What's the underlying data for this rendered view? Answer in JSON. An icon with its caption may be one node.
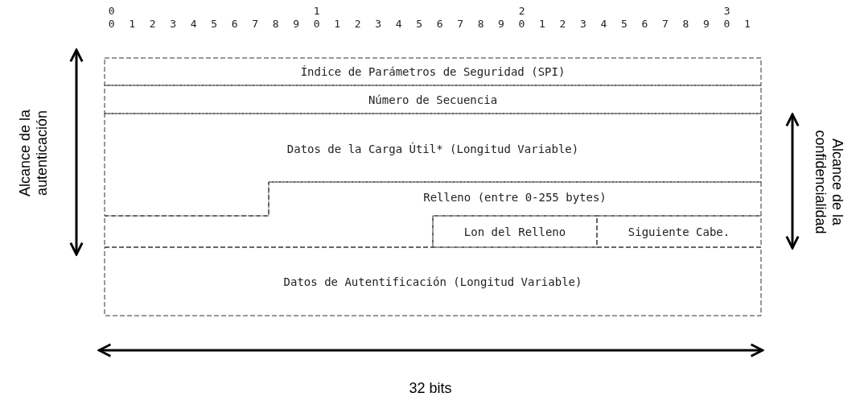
{
  "diagram": {
    "nodes": [
      {
        "text": [
          "Índice de Parámetros de Seguridad (SPI)"
        ]
      },
      {
        "text": [
          "Número de Secuencia"
        ]
      },
      {
        "text": [
          "Datos de la Carga Útil* (Longitud Variable)"
        ]
      },
      {
        "text": [
          "Relleno (entre 0-255 bytes)"
        ]
      },
      {
        "text": [
          "Lon del Relleno"
        ]
      },
      {
        "text": [
          "Siguiente Cabe."
        ]
      },
      {
        "text": [
          "Datos de Autentificación (Longitud Variable)"
        ]
      }
    ],
    "labels": [
      "0",
      "1",
      "2",
      "3",
      "0 1 2 3 4 5 6 7 8 9 0 1 2 3 4 5 6 7 8 9 0 1 2 3 4 5 6 7 8 9 0 1",
      "Alcance de la autenticación",
      "Alcance de la confidencialidad",
      "32 bits"
    ]
  }
}
